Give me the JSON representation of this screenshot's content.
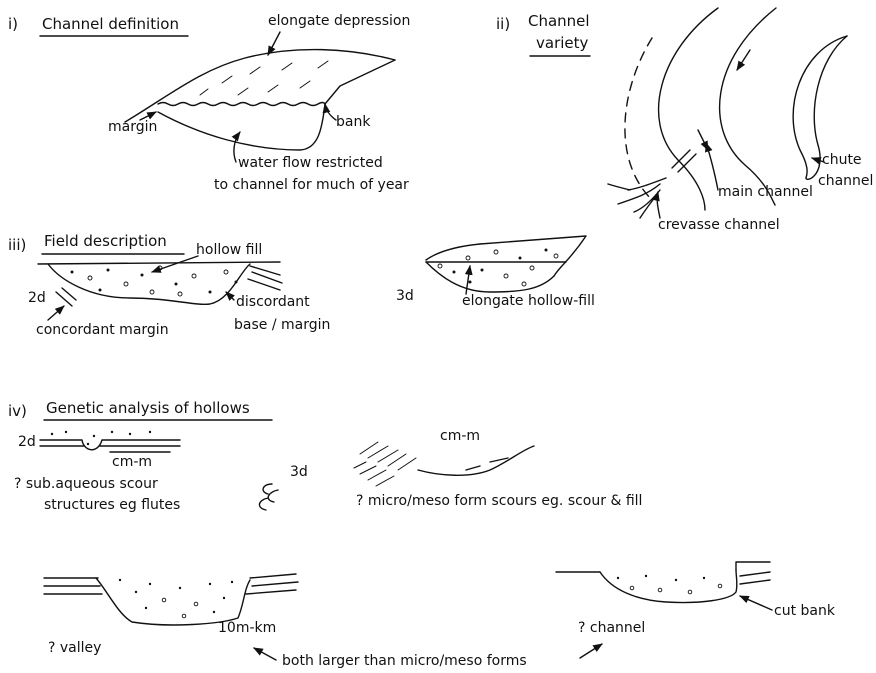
{
  "sections": {
    "s1": {
      "numeral": "i)",
      "title": "Channel definition",
      "labels": {
        "depression": "elongate depression",
        "margin": "margin",
        "bank": "bank",
        "flow1": "water flow restricted",
        "flow2": "to channel for much of year"
      }
    },
    "s2": {
      "numeral": "ii)",
      "title1": "Channel",
      "title2": "variety",
      "labels": {
        "chute1": "chute",
        "chute2": "channel",
        "main": "main channel",
        "crevasse": "crevasse channel"
      }
    },
    "s3": {
      "numeral": "iii)",
      "title": "Field description",
      "labels": {
        "hollow_fill": "hollow fill",
        "d2": "2d",
        "discordant1": "discordant",
        "discordant2": "base / margin",
        "concordant": "concordant margin",
        "d3": "3d",
        "elongate": "elongate hollow-fill"
      }
    },
    "s4": {
      "numeral": "iv)",
      "title": "Genetic analysis of hollows",
      "labels": {
        "d2": "2d",
        "cm_m_a": "cm-m",
        "subaq1": "? sub.aqueous scour",
        "subaq2": "structures eg flutes",
        "d3": "3d",
        "cm_m_b": "cm-m",
        "micro": "? micro/meso form scours eg. scour & fill",
        "scale": "10m-km",
        "valley": "? valley",
        "channel": "? channel",
        "cutbank": "cut bank",
        "both": "both larger than micro/meso forms"
      }
    }
  }
}
